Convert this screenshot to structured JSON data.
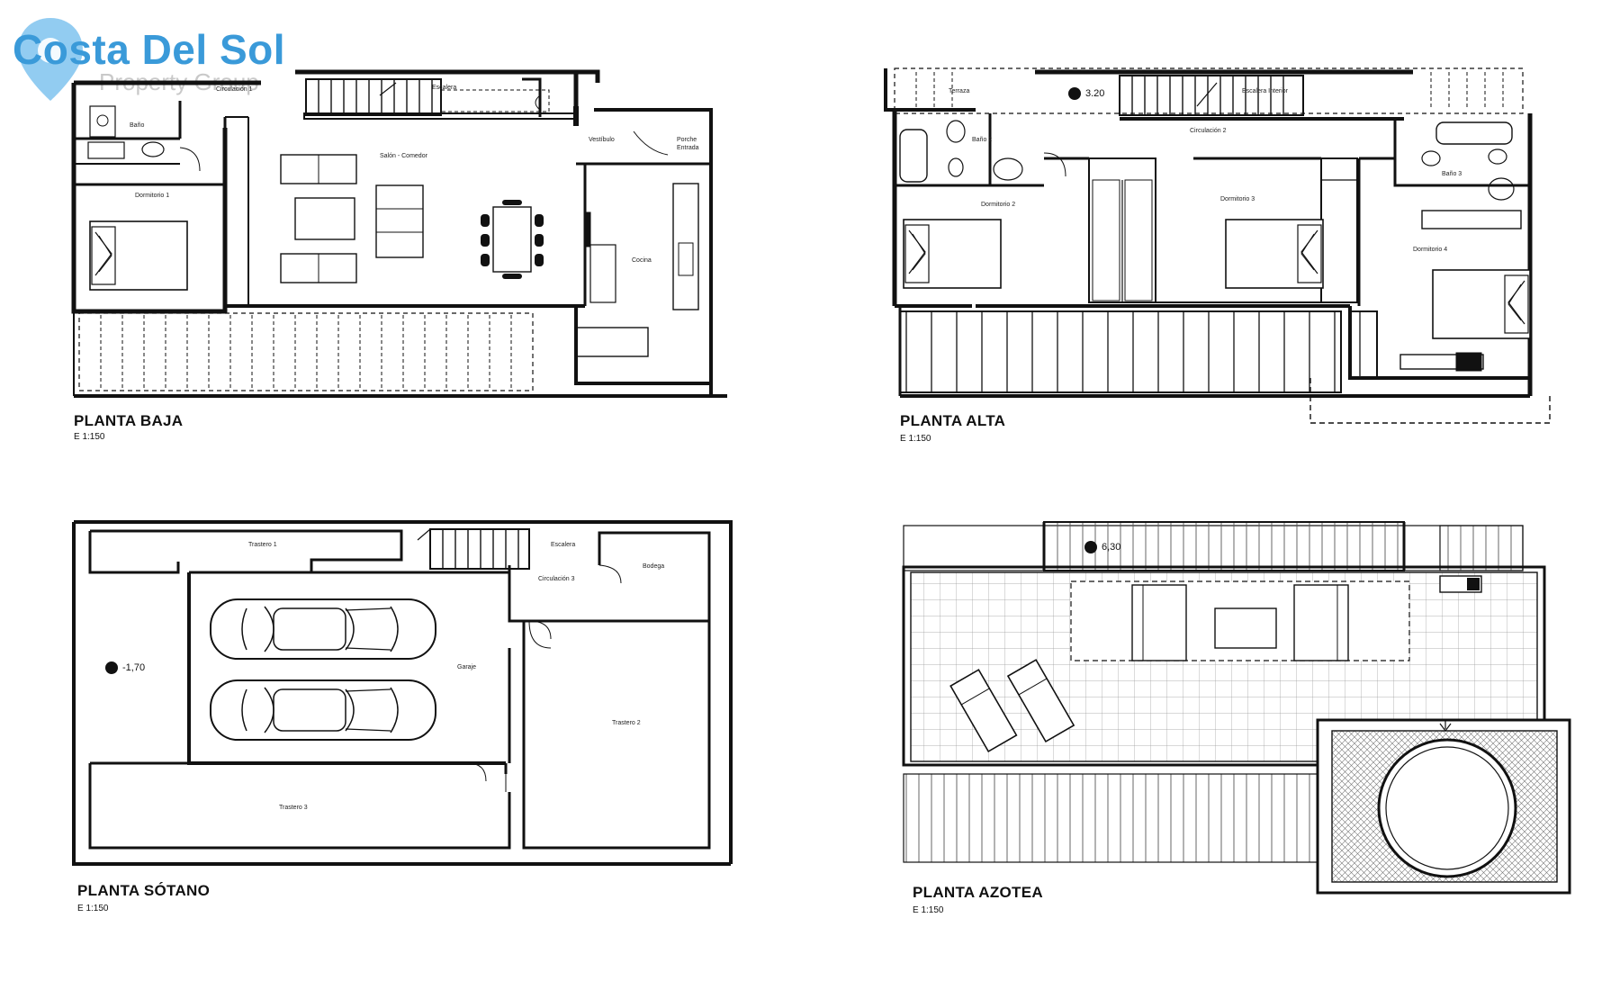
{
  "logo": {
    "brand": "Costa Del Sol",
    "subtitle": "Property Group",
    "brand_color": "#3a9ad9",
    "icon": "map-pin-icon"
  },
  "plans": {
    "baja": {
      "title": "PLANTA BAJA",
      "scale": "E 1:150",
      "rooms": {
        "circulacion": "Circulación 1",
        "escalera": "Escalera",
        "bano": "Baño",
        "salon": "Salón - Comedor",
        "vestibulo": "Vestíbulo",
        "porche": "Porche",
        "entrada": "Entrada",
        "dormitorio": "Dormitorio 1",
        "cocina": "Cocina"
      }
    },
    "alta": {
      "title": "PLANTA ALTA",
      "scale": "E 1:150",
      "level": "3.20",
      "rooms": {
        "terraza": "Terraza",
        "escalera": "Escalera Interior",
        "bano2": "Baño 2",
        "circulacion": "Circulación 2",
        "bano3": "Baño 3",
        "dorm2": "Dormitorio 2",
        "dorm3": "Dormitorio 3",
        "dorm4": "Dormitorio 4"
      }
    },
    "sotano": {
      "title": "PLANTA SÓTANO",
      "scale": "E 1:150",
      "level": "-1,70",
      "rooms": {
        "trastero1": "Trastero 1",
        "escalera": "Escalera",
        "bodega": "Bodega",
        "circulacion": "Circulación 3",
        "garaje": "Garaje",
        "trastero2": "Trastero 2",
        "trastero3": "Trastero 3"
      }
    },
    "azotea": {
      "title": "PLANTA AZOTEA",
      "scale": "E 1:150",
      "level": "6,30"
    }
  }
}
